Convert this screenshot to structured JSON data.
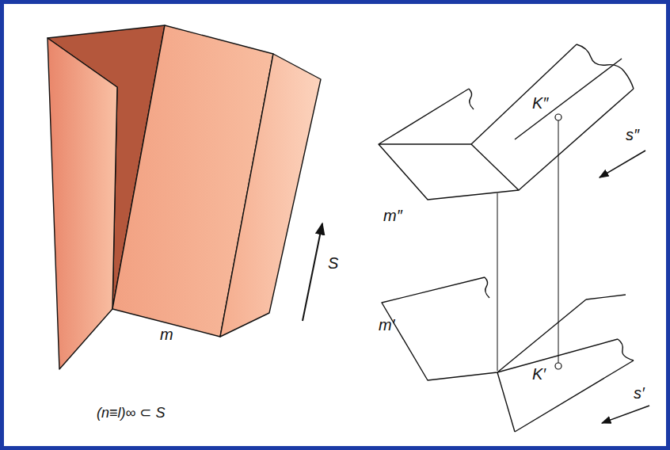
{
  "diagram": {
    "labels": [
      "m",
      "S",
      "(n≡l)∞ ⊂ S",
      "K″",
      "s″",
      "m″",
      "m′",
      "K′",
      "s′"
    ]
  }
}
